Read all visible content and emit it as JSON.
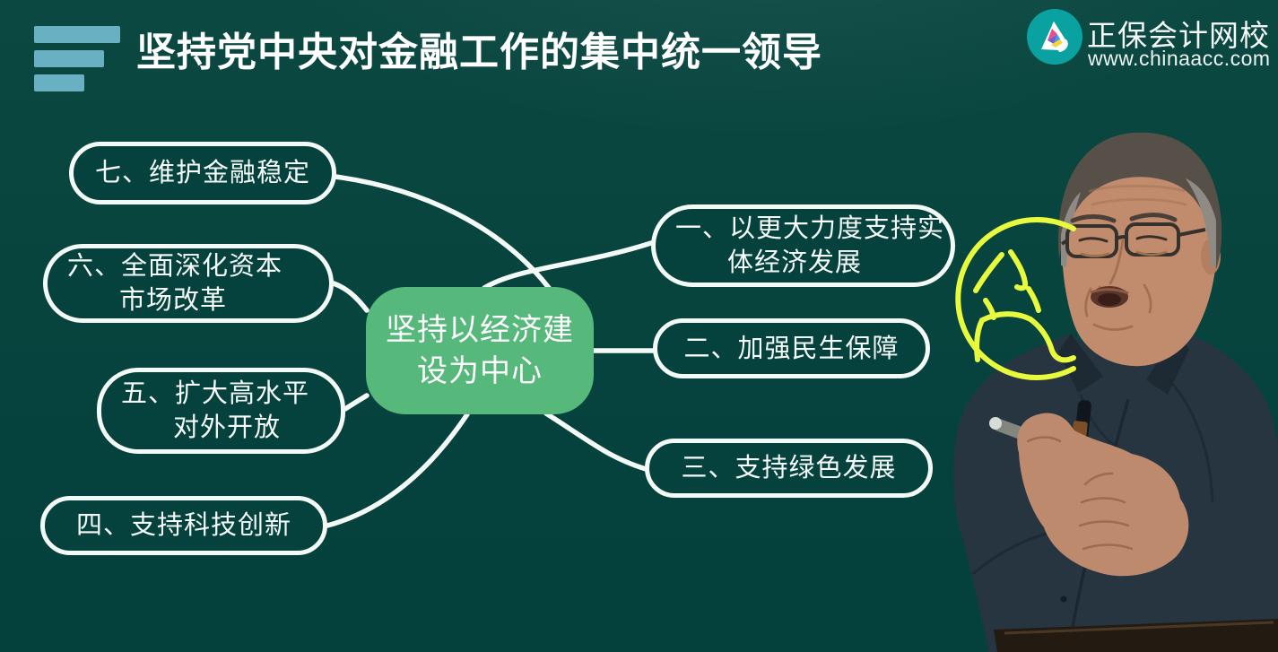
{
  "header": {
    "title": "坚持党中央对金融工作的集中统一领导"
  },
  "brand": {
    "name": "正保会计网校",
    "website": "www.chinaacc.com"
  },
  "mindmap": {
    "center": {
      "text1": "坚持以经济建",
      "text2": "设为中心"
    },
    "nodes": [
      {
        "id": "node-1",
        "text1": "一、以更大力度支持实",
        "text2": "体经济发展"
      },
      {
        "id": "node-2",
        "text1": "二、加强民生保障"
      },
      {
        "id": "node-3",
        "text1": "三、支持绿色发展"
      },
      {
        "id": "node-4",
        "text1": "四、支持科技创新"
      },
      {
        "id": "node-5",
        "text1": "五、扩大高水平",
        "text2": "对外开放"
      },
      {
        "id": "node-6",
        "text1": "六、全面深化资本",
        "text2": "市场改革"
      },
      {
        "id": "node-7",
        "text1": "七、维护金融稳定"
      }
    ]
  },
  "colors": {
    "background": "#07443e",
    "center_node_fill": "#56b87b",
    "node_outline": "#f3faf6",
    "node_text": "#ffffff",
    "annotation_yellow": "#e7fa3e",
    "brand_circle_teal": "#0aa2a0",
    "header_icon_blue": "#68b0c2"
  }
}
